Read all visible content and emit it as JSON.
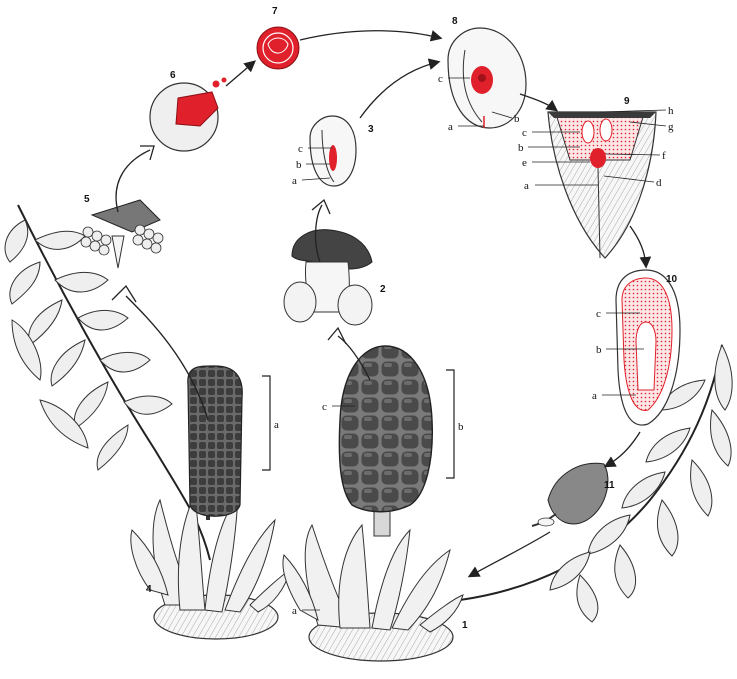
{
  "colors": {
    "ink": "#222222",
    "highlight": "#e0202a",
    "paper": "#ffffff",
    "cone_dark": "#555555",
    "cone_mid": "#777777",
    "leaf_fill": "#f2f2f2",
    "seed_fill": "#fbeaea"
  },
  "stages": {
    "s1": "1",
    "s2": "2",
    "s3": "3",
    "s4": "4",
    "s5": "5",
    "s6": "6",
    "s7": "7",
    "s8": "8",
    "s9": "9",
    "s10": "10",
    "s11": "11"
  },
  "labels": {
    "cone_a": "a",
    "cone_b": "b",
    "cone_c": "c",
    "base_a": "a",
    "s3_c": "c",
    "s3_b": "b",
    "s3_a": "a",
    "s8_c": "c",
    "s8_b": "b",
    "s8_a": "a",
    "s9_h": "h",
    "s9_g": "g",
    "s9_f": "f",
    "s9_d": "d",
    "s9_c": "c",
    "s9_b": "b",
    "s9_e": "e",
    "s9_a": "a",
    "s10_c": "c",
    "s10_b": "b",
    "s10_a": "a"
  }
}
